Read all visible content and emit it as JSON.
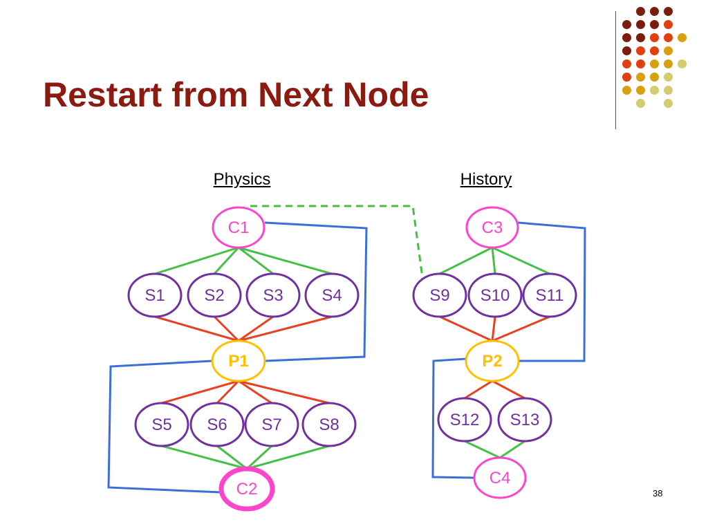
{
  "slide": {
    "title": "Restart from Next Node",
    "page_number": "38",
    "colors": {
      "title": "#8b1a10",
      "node_text": "#7030a0",
      "pink": "#ff44cc",
      "gold": "#ffc000",
      "purple": "#7030a0",
      "green_edge": "#44c044",
      "red_edge": "#e84020",
      "blue_edge": "#3a6fd8",
      "dashed_edge": "#44c044"
    }
  },
  "decoration": {
    "dot_colors": [
      "#7a1c0e",
      "#e04010",
      "#d8a010",
      "#d4cc70"
    ]
  },
  "columns": [
    {
      "id": "physics",
      "label": "Physics"
    },
    {
      "id": "history",
      "label": "History"
    }
  ],
  "nodes": [
    {
      "id": "C1",
      "label": "C1",
      "kind": "course"
    },
    {
      "id": "S1",
      "label": "S1",
      "kind": "student"
    },
    {
      "id": "S2",
      "label": "S2",
      "kind": "student"
    },
    {
      "id": "S3",
      "label": "S3",
      "kind": "student"
    },
    {
      "id": "S4",
      "label": "S4",
      "kind": "student"
    },
    {
      "id": "P1",
      "label": "P1",
      "kind": "professor"
    },
    {
      "id": "S5",
      "label": "S5",
      "kind": "student"
    },
    {
      "id": "S6",
      "label": "S6",
      "kind": "student"
    },
    {
      "id": "S7",
      "label": "S7",
      "kind": "student"
    },
    {
      "id": "S8",
      "label": "S8",
      "kind": "student"
    },
    {
      "id": "C2",
      "label": "C2",
      "kind": "course",
      "highlighted": true
    },
    {
      "id": "C3",
      "label": "C3",
      "kind": "course"
    },
    {
      "id": "S9",
      "label": "S9",
      "kind": "student"
    },
    {
      "id": "S10",
      "label": "S10",
      "kind": "student"
    },
    {
      "id": "S11",
      "label": "S11",
      "kind": "student"
    },
    {
      "id": "P2",
      "label": "P2",
      "kind": "professor"
    },
    {
      "id": "S12",
      "label": "S12",
      "kind": "student"
    },
    {
      "id": "S13",
      "label": "S13",
      "kind": "student"
    },
    {
      "id": "C4",
      "label": "C4",
      "kind": "course"
    }
  ],
  "edges": [
    {
      "from": "C1",
      "to": "S1",
      "style": "green"
    },
    {
      "from": "C1",
      "to": "S2",
      "style": "green"
    },
    {
      "from": "C1",
      "to": "S3",
      "style": "green"
    },
    {
      "from": "C1",
      "to": "S4",
      "style": "green"
    },
    {
      "from": "S1",
      "to": "P1",
      "style": "red"
    },
    {
      "from": "S2",
      "to": "P1",
      "style": "red"
    },
    {
      "from": "S3",
      "to": "P1",
      "style": "red"
    },
    {
      "from": "S4",
      "to": "P1",
      "style": "red"
    },
    {
      "from": "P1",
      "to": "S5",
      "style": "red"
    },
    {
      "from": "P1",
      "to": "S6",
      "style": "red"
    },
    {
      "from": "P1",
      "to": "S7",
      "style": "red"
    },
    {
      "from": "P1",
      "to": "S8",
      "style": "red"
    },
    {
      "from": "S5",
      "to": "C2",
      "style": "green"
    },
    {
      "from": "S6",
      "to": "C2",
      "style": "green"
    },
    {
      "from": "S7",
      "to": "C2",
      "style": "green"
    },
    {
      "from": "S8",
      "to": "C2",
      "style": "green"
    },
    {
      "from": "C1",
      "to": "P1",
      "style": "blue"
    },
    {
      "from": "P1",
      "to": "C2",
      "style": "blue"
    },
    {
      "from": "C3",
      "to": "S9",
      "style": "green"
    },
    {
      "from": "C3",
      "to": "S10",
      "style": "green"
    },
    {
      "from": "C3",
      "to": "S11",
      "style": "green"
    },
    {
      "from": "S9",
      "to": "P2",
      "style": "red"
    },
    {
      "from": "S10",
      "to": "P2",
      "style": "red"
    },
    {
      "from": "S11",
      "to": "P2",
      "style": "red"
    },
    {
      "from": "P2",
      "to": "S12",
      "style": "red"
    },
    {
      "from": "P2",
      "to": "S13",
      "style": "red"
    },
    {
      "from": "S12",
      "to": "C4",
      "style": "green"
    },
    {
      "from": "S13",
      "to": "C4",
      "style": "green"
    },
    {
      "from": "C3",
      "to": "P2",
      "style": "blue"
    },
    {
      "from": "P2",
      "to": "C4",
      "style": "blue"
    },
    {
      "from": "C1",
      "to": "S9",
      "style": "dashed"
    }
  ]
}
